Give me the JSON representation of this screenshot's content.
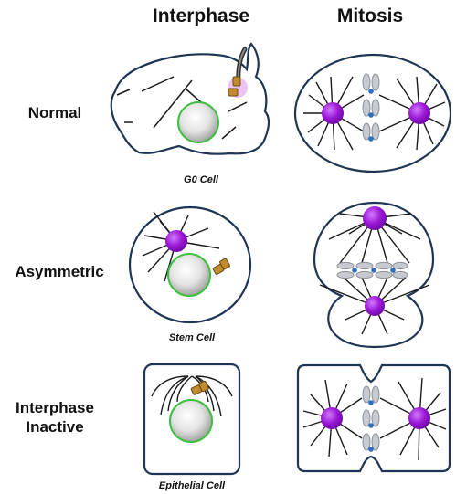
{
  "columns": {
    "interphase": "Interphase",
    "mitosis": "Mitosis"
  },
  "rows": {
    "normal": "Normal",
    "asymmetric": "Asymmetric",
    "interphase_inactive_line1": "Interphase",
    "interphase_inactive_line2": "Inactive"
  },
  "captions": {
    "g0": "G0 Cell",
    "stem": "Stem Cell",
    "epithelial": "Epithelial Cell"
  },
  "colors": {
    "membrane": "#1e3554",
    "nucleus_outline": "#3fbf3f",
    "centrosome": "#9b17d6",
    "chromosome": "#9aa0a8",
    "kinetochore": "#2e6fbf",
    "microtubule": "#1a1a1a"
  }
}
